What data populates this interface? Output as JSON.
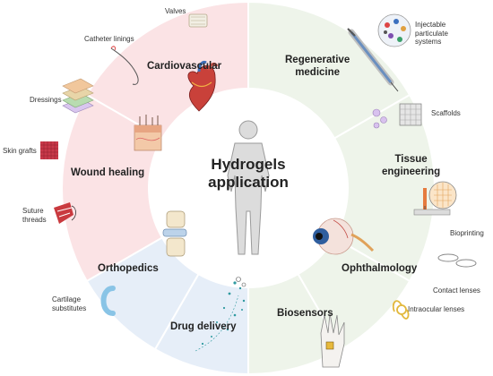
{
  "center": {
    "line1": "Hydrogels",
    "line2": "application"
  },
  "sectors": {
    "cardiovascular": "Cardiovascular",
    "regenerative_1": "Regenerative",
    "regenerative_2": "medicine",
    "tissue_1": "Tissue",
    "tissue_2": "engineering",
    "ophthalmology": "Ophthalmology",
    "biosensors": "Biosensors",
    "drug_delivery": "Drug delivery",
    "orthopedics": "Orthopedics",
    "wound_healing": "Wound healing"
  },
  "items": {
    "valves": "Valves",
    "catheter_linings": "Catheter linings",
    "dressings": "Dressings",
    "skin_grafts": "Skin grafts",
    "suture_1": "Suture",
    "suture_2": "threads",
    "cartilage_1": "Cartilage",
    "cartilage_2": "substitutes",
    "injectable_1": "Injectable",
    "injectable_2": "particulate",
    "injectable_3": "systems",
    "scaffolds": "Scaffolds",
    "bioprinting": "Bioprinting",
    "contact_lenses": "Contact lenses",
    "intraocular_lenses": "Intraocular lenses"
  },
  "colors": {
    "pink_sector": "#fbe3e5",
    "green_sector": "#eef4ea",
    "blue_sector": "#e6eef8",
    "divider": "#ffffff"
  }
}
